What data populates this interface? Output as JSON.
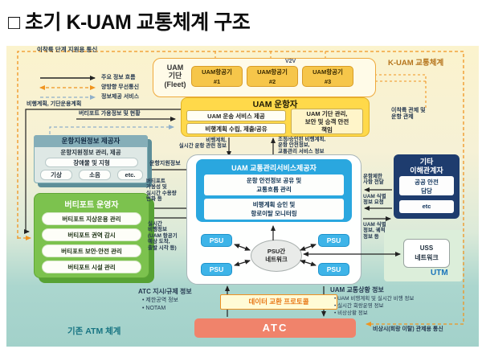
{
  "title": "□ 초기 K-UAM 교통체계 구조",
  "regions": {
    "kuam": "K-UAM 교통체계",
    "atm": "기존 ATM 체계",
    "utm": "UTM"
  },
  "legend": {
    "heading": "이착륙 단계 지원용 통신",
    "items": [
      {
        "label": "주요 정보 흐름"
      },
      {
        "label": "양방향 무선통신"
      },
      {
        "label": "정보제공 서비스"
      }
    ]
  },
  "fleet": {
    "title": "UAM\n기단\n(Fleet)",
    "aircraft": [
      "UAM항공기\n#1",
      "UAM항공기\n#2",
      "UAM항공기\n#3"
    ],
    "v2v": "V2V"
  },
  "operator": {
    "title": "UAM 운항자",
    "items": [
      "UAM 운송 서비스 제공",
      "비행계획 수립, 제출/공유"
    ],
    "right_item": "UAM 기단 관리,\n보안 및 승객 안전\n책임"
  },
  "support_provider": {
    "title": "운항지원정보 제공자",
    "subtitle": "운항지원정보 관리, 제공",
    "wide_item": "장애물 및 지형",
    "items": [
      "기상",
      "소음",
      "etc."
    ]
  },
  "vertiport": {
    "title": "버티포트 운영자",
    "items": [
      "버티포트 지상운용 관리",
      "버티포트 권역 감시",
      "버티포트 보안·안전 관리",
      "버티포트 시설 관리"
    ]
  },
  "psp": {
    "title": "UAM 교통관리서비스제공자",
    "items": [
      "운항 안전정보 공유 및\n교통흐름 관리",
      "비행계획 승인 및\n항로이탈 모니터링"
    ],
    "psu": "PSU",
    "network": "PSU간\n네트워크"
  },
  "stakeholders": {
    "title": "기타\n이해관계자",
    "items": [
      "공공 안전\n담당",
      "etc"
    ]
  },
  "uss": {
    "label": "USS\n네트워크"
  },
  "atc": {
    "label": "ATC"
  },
  "protocol": {
    "label": "데이터 교환 프로토콜"
  },
  "flows": {
    "plan_fleet": "비행계획, 기단운용계획",
    "vertiport_status": "버티포트 가용정보 및 현황",
    "flight_plan_realtime": "비행계획,\n실시간 운항 관련 정보",
    "approved_plan": "조정/승인된 비행계획,\n운항 안전정보,\n교통관리 서비스 정보",
    "support_info": "운항지원정보",
    "vertiport_capacity": "버티포트\n가용성 및\n실시간 수용량\n변화 등",
    "realtime_flight_info": "실시간\n비행정보\n(UAM 항공기\n예상 도착,\n출발 시각 등)",
    "restriction": "운항제한\n사항 전달",
    "id_request": "UAM 식별\n정보 요청",
    "id_trajectory": "UAM 식별\n정보, 궤적\n정보 등",
    "takeoff_control": "이착륙 관제 및\n운항 관제",
    "atc_directive": "ATC 지시/규제 정보",
    "atc_directive_items": [
      "•  제한공역 정보",
      "•  NOTAM"
    ],
    "traffic_status": "UAM 교통상황 정보",
    "traffic_status_items": [
      "• UAM 비행계획 및 실시간 비행 정보",
      "• 실시간 회랑운영 정보",
      "• 비상상황 정보"
    ],
    "emergency_comm": "비상시(회랑 이탈) 관제용 통신"
  },
  "colors": {
    "accent_orange": "#f0941f",
    "fleet_yellow": "#f6c64a",
    "operator_yellow": "#ffd94a",
    "vertiport_green": "#7cc24e",
    "psp_blue": "#2aa7df",
    "stakeholder_navy": "#1e3c6e",
    "atc_salmon": "#f0836b",
    "teal_bottom": "#a2d1ca"
  }
}
